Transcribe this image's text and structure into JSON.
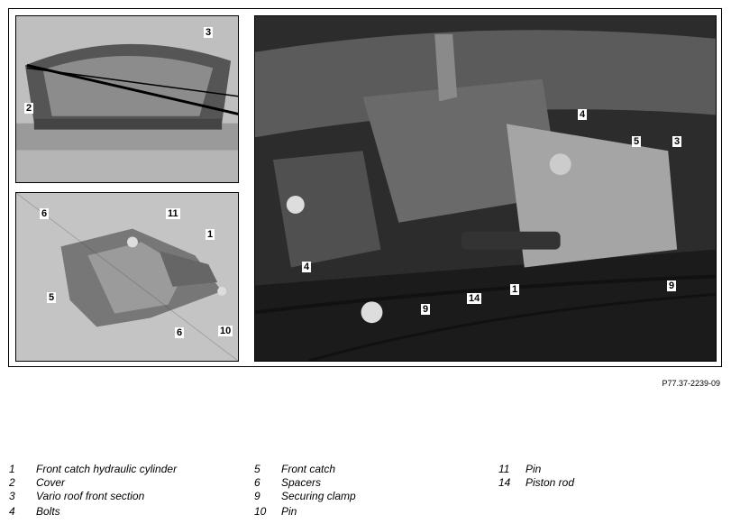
{
  "figure_ref": "P77.37-2239-09",
  "callouts": {
    "top": [
      "3",
      "2"
    ],
    "mid": [
      "6",
      "11",
      "1",
      "5",
      "6",
      "10"
    ],
    "main": [
      "4",
      "5",
      "3",
      "4",
      "14",
      "1",
      "9",
      "9"
    ]
  },
  "legend": [
    {
      "num": "1",
      "label": "Front catch hydraulic cylinder"
    },
    {
      "num": "2",
      "label": "Cover"
    },
    {
      "num": "3",
      "label": "Vario roof front section"
    },
    {
      "num": "4",
      "label": "Bolts"
    },
    {
      "num": "5",
      "label": "Front catch"
    },
    {
      "num": "6",
      "label": "Spacers"
    },
    {
      "num": "9",
      "label": "Securing clamp"
    },
    {
      "num": "10",
      "label": "Pin"
    },
    {
      "num": "11",
      "label": "Pin"
    },
    {
      "num": "14",
      "label": "Piston rod"
    }
  ]
}
